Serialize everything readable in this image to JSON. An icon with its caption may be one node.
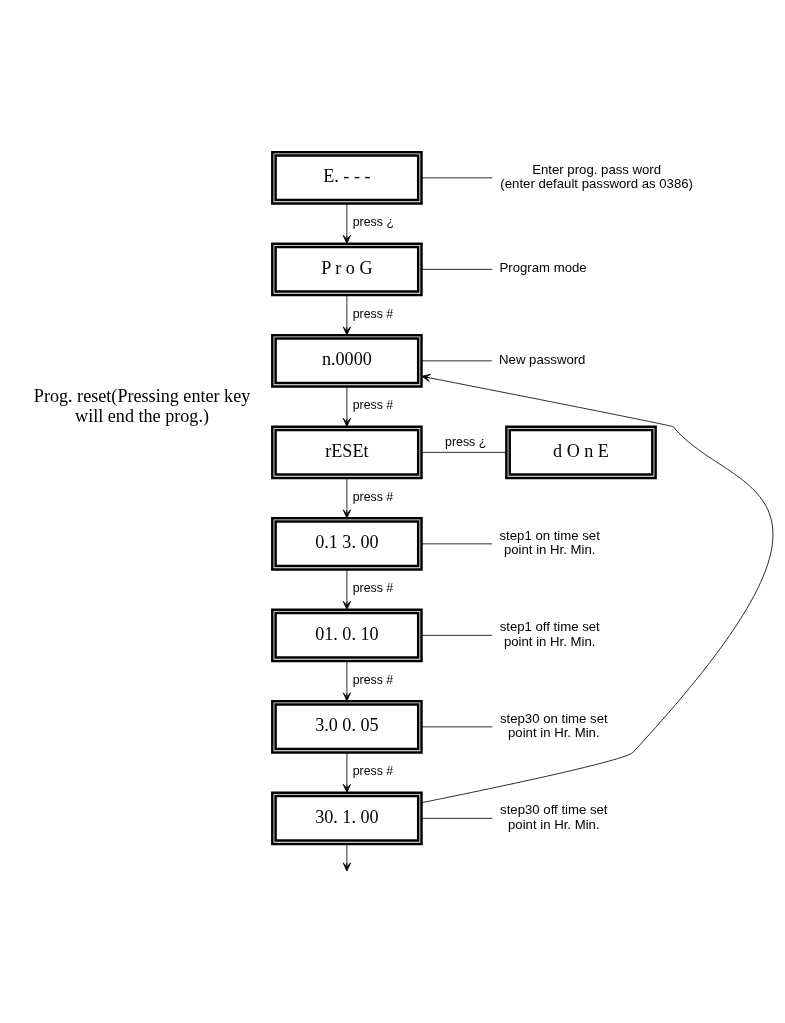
{
  "diagram": {
    "nodes": [
      {
        "text": [
          "E. - - -"
        ]
      },
      {
        "text": [
          "Enter prog. pass word",
          "(enter default password as 0386)"
        ]
      },
      {
        "text": [
          "P r o G"
        ]
      },
      {
        "text": [
          "Program mode"
        ]
      },
      {
        "text": [
          "n.0000"
        ]
      },
      {
        "text": [
          "New password"
        ]
      },
      {
        "text": [
          "rESEt"
        ],
        "beside": [
          "Prog. reset(Pressing enter key will end the prog.)"
        ]
      },
      {
        "text": [
          "d O n E"
        ]
      },
      {
        "text": [
          "0.1 3. 00"
        ]
      },
      {
        "text": [
          "step1 on time set point in Hr. Min."
        ]
      },
      {
        "text": [
          "01. 0. 10"
        ]
      },
      {
        "text": [
          "step1 off time set point in Hr. Min."
        ]
      },
      {
        "text": [
          "3.0 0. 05"
        ]
      },
      {
        "text": [
          "step30 on time set point in Hr. Min."
        ]
      },
      {
        "text": [
          "30. 1. 00"
        ]
      },
      {
        "text": [
          "step30 off time set point in Hr. Min."
        ]
      }
    ],
    "edges": [
      {
        "from": 0,
        "to": 1,
        "arrow": "none"
      },
      {
        "from": 0,
        "to": 2,
        "arrow": "to",
        "label": "press ¿"
      },
      {
        "from": 2,
        "to": 3,
        "arrow": "none"
      },
      {
        "from": 2,
        "to": 4,
        "arrow": "to",
        "label": "press #"
      },
      {
        "from": 4,
        "to": 5,
        "arrow": "none"
      },
      {
        "from": 4,
        "to": 6,
        "arrow": "to",
        "label": "press #"
      },
      {
        "from": 6,
        "to": 7,
        "arrow": "none",
        "label": "press ¿"
      },
      {
        "from": 6,
        "to": 8,
        "arrow": "to",
        "label": "press #"
      },
      {
        "from": 8,
        "to": 9,
        "arrow": "none"
      },
      {
        "from": 8,
        "to": 10,
        "arrow": "to",
        "label": "press #"
      },
      {
        "from": 10,
        "to": 11,
        "arrow": "none"
      },
      {
        "from": 10,
        "to": 12,
        "arrow": "to",
        "label": "press #"
      },
      {
        "from": 12,
        "to": 13,
        "arrow": "none"
      },
      {
        "from": 12,
        "to": 14,
        "arrow": "to",
        "label": "press #"
      },
      {
        "from": 14,
        "to": 15,
        "arrow": "none"
      },
      {
        "from": 14,
        "to": 4,
        "arrow": "to"
      },
      {
        "from": 14,
        "to": null,
        "arrow": "to"
      }
    ]
  }
}
